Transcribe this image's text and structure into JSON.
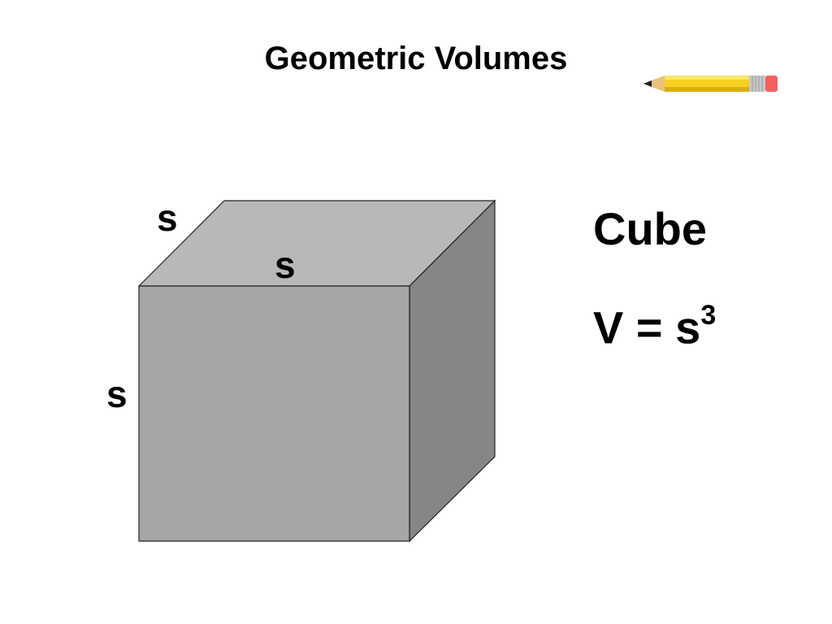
{
  "slide": {
    "title": "Geometric Volumes",
    "shape_name": "Cube",
    "formula": {
      "lhs": "V = s",
      "exponent": "3"
    },
    "edge_labels": {
      "depth": "s",
      "width": "s",
      "height": "s"
    }
  },
  "colors": {
    "cube_top": "#b8b8b8",
    "cube_front": "#a6a6a6",
    "cube_side": "#868686",
    "pencil_body": "#f5d020",
    "pencil_eraser": "#f36060",
    "pencil_ferrule": "#c0c0c0"
  },
  "icons": {
    "pencil": "pencil-icon"
  }
}
